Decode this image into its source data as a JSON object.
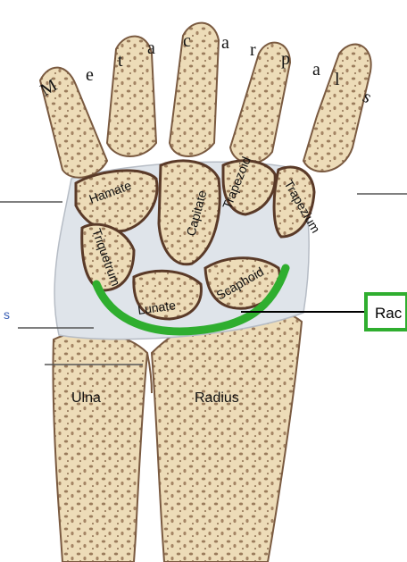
{
  "metacarpals_letters": [
    "M",
    "e",
    "t",
    "a",
    "c",
    "a",
    "r",
    "p",
    "a",
    "l",
    "s"
  ],
  "labels": {
    "hamate": "Hamate",
    "capitate": "Capitate",
    "trapezoid": "Trapezoid",
    "trapezium": "Trapezium",
    "triquetrum": "Triquetrum",
    "lunate": "Lunate",
    "scaphoid": "Scaphoid",
    "ulna": "Ulna",
    "radius": "Radius"
  },
  "callout": {
    "text": "Rac"
  },
  "left_edge_text": "s",
  "colors": {
    "bone_fill": "#eddcb8",
    "bone_shade": "#c9b592",
    "joint_dark": "#5a3a28",
    "ligament": "#dfe4ea",
    "highlight": "#2fae2f",
    "pointer_line": "#000000"
  }
}
